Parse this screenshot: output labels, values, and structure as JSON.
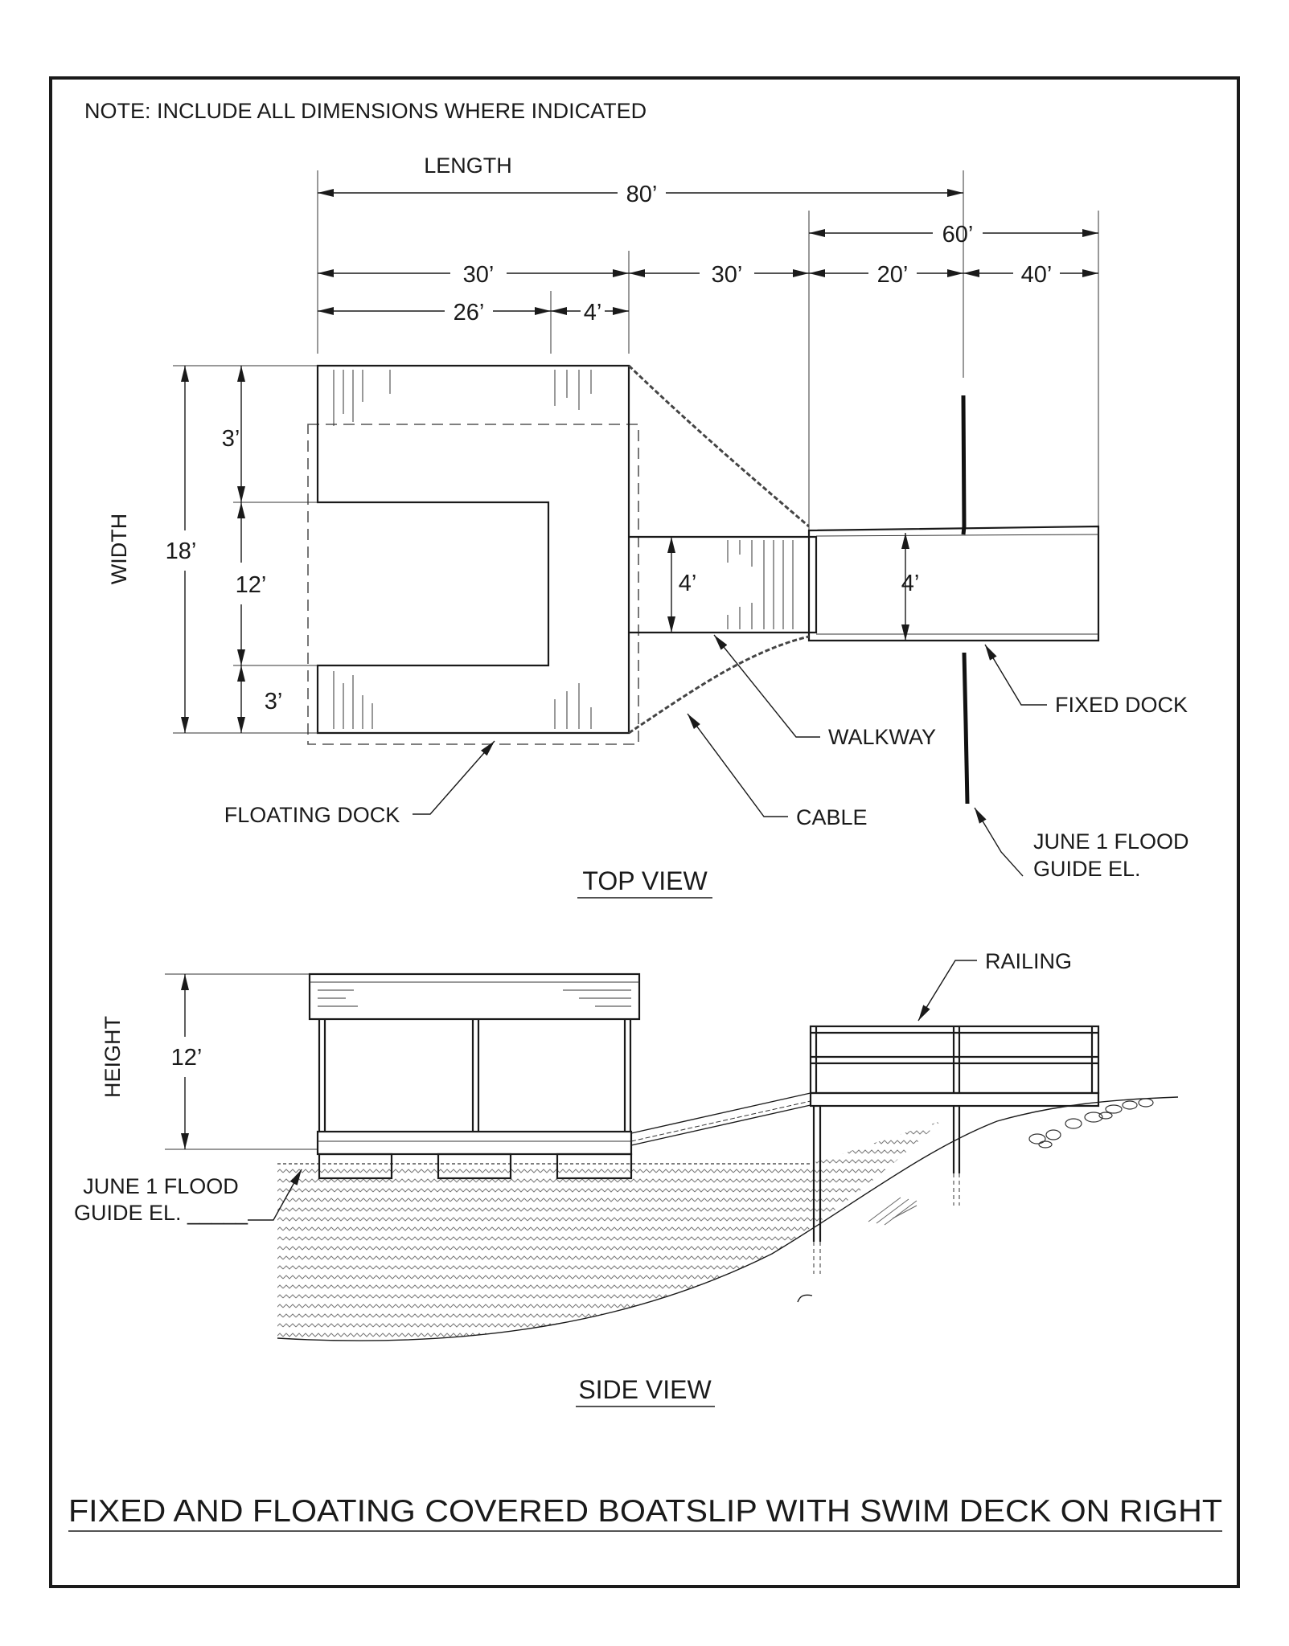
{
  "note": "NOTE: INCLUDE ALL DIMENSIONS WHERE INDICATED",
  "dimensions": {
    "length_label": "LENGTH",
    "length_total": "80’",
    "fixed_total": "60’",
    "float_length": "30’",
    "walkway_length": "30’",
    "fixed_left": "20’",
    "fixed_right": "40’",
    "slip_length": "26’",
    "slip_end": "4’",
    "width_label": "WIDTH",
    "width_total": "18’",
    "side_top": "3’",
    "slip_width": "12’",
    "side_bottom": "3’",
    "walkway_width": "4’",
    "fixed_width": "4’",
    "height_label": "HEIGHT",
    "height_value": "12’"
  },
  "labels": {
    "floating_dock": "FLOATING DOCK",
    "cable": "CABLE",
    "walkway": "WALKWAY",
    "fixed_dock": "FIXED DOCK",
    "flood_line1": "JUNE 1 FLOOD",
    "flood_line2": "GUIDE EL.",
    "railing": "RAILING",
    "side_flood_line1": "JUNE 1 FLOOD",
    "side_flood_line2": "GUIDE EL. _____"
  },
  "views": {
    "top": "TOP VIEW",
    "side": "SIDE VIEW"
  },
  "title": "FIXED AND FLOATING COVERED BOATSLIP WITH SWIM DECK ON RIGHT"
}
